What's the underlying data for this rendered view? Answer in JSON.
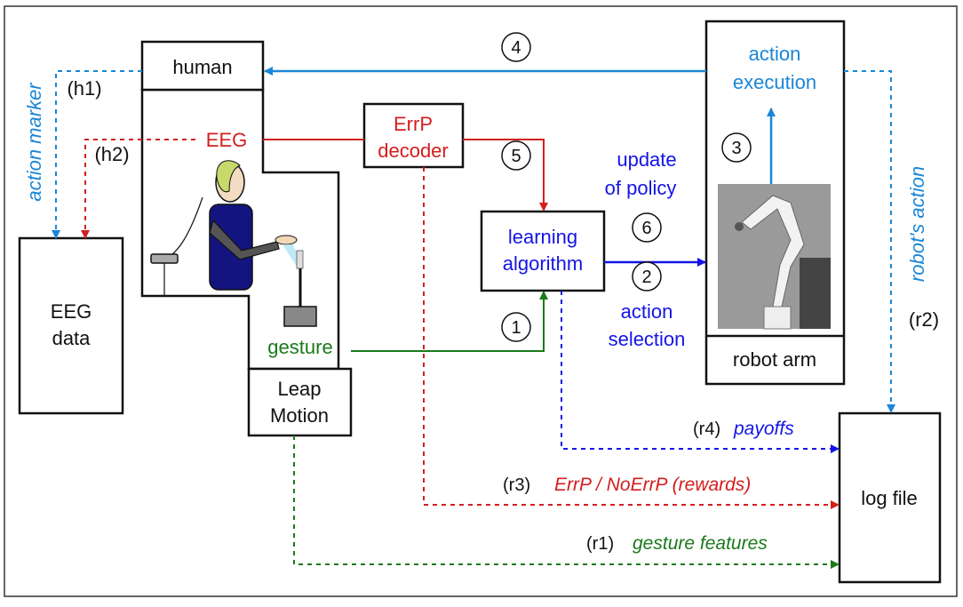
{
  "nodes": {
    "human": "human",
    "eeg_signal": "EEG",
    "gesture": "gesture",
    "leap_motion": [
      "Leap",
      "Motion"
    ],
    "eeg_data": [
      "EEG",
      "data"
    ],
    "errp_decoder": [
      "ErrP",
      "decoder"
    ],
    "learning_algorithm": [
      "learning",
      "algorithm"
    ],
    "action_execution": [
      "action",
      "execution"
    ],
    "robot_arm": "robot arm",
    "log_file": "log file"
  },
  "edges": {
    "step1": "1",
    "step2": "2",
    "step3": "3",
    "step4": "4",
    "step5": "5",
    "step6": "6",
    "update_policy": [
      "update",
      "of policy"
    ],
    "action_selection": [
      "action",
      "selection"
    ],
    "h1": "(h1)",
    "h2": "(h2)",
    "action_marker": "action marker",
    "robots_action": "robot's action",
    "r1": "(r1)",
    "r1_label": "gesture features",
    "r2": "(r2)",
    "r3": "(r3)",
    "r3_label": "ErrP / NoErrP (rewards)",
    "r4": "(r4)",
    "r4_label": "payoffs"
  },
  "colors": {
    "light_blue": "#1a86d6",
    "blue": "#1414e6",
    "red": "#d41e1e",
    "green": "#1a7a1a"
  }
}
